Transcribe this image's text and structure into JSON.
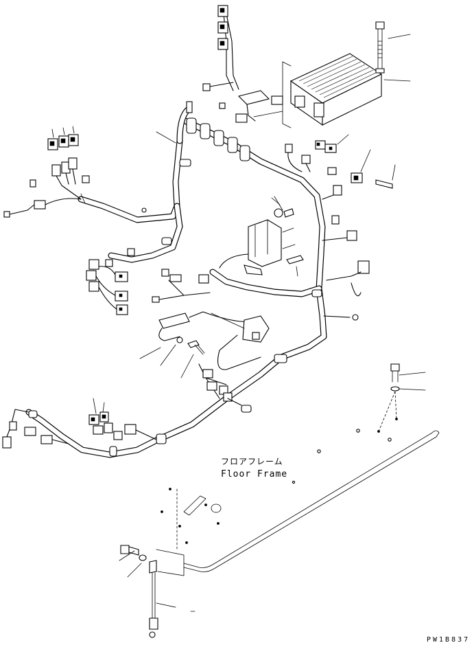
{
  "labels": {
    "floor_frame_jp": "フロアフレーム",
    "floor_frame_en": "Floor Frame",
    "figure_code": "PW1B837"
  }
}
